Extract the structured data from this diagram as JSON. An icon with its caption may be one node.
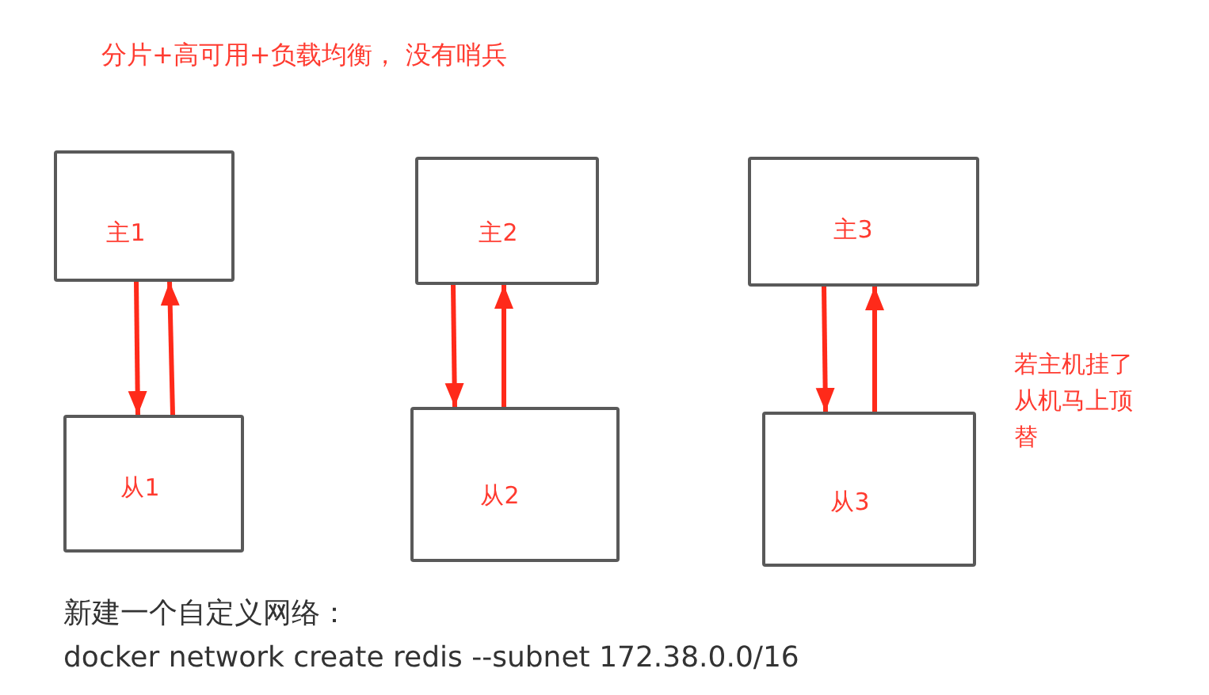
{
  "diagram": {
    "title": "分片+高可用+负载均衡， 没有哨兵",
    "nodes": [
      {
        "text": [
          "主1"
        ]
      },
      {
        "text": [
          "主2"
        ]
      },
      {
        "text": [
          "主3"
        ]
      },
      {
        "text": [
          "从1"
        ]
      },
      {
        "text": [
          "从2"
        ]
      },
      {
        "text": [
          "从3"
        ]
      }
    ],
    "edges": [
      {
        "from": 0,
        "to": 3,
        "arrow": "to"
      },
      {
        "from": 3,
        "to": 0,
        "arrow": "to"
      },
      {
        "from": 1,
        "to": 4,
        "arrow": "to"
      },
      {
        "from": 4,
        "to": 1,
        "arrow": "to"
      },
      {
        "from": 2,
        "to": 5,
        "arrow": "to"
      },
      {
        "from": 5,
        "to": 2,
        "arrow": "to"
      }
    ],
    "labels": [
      "若主机挂了从机马上顶替",
      "新建一个自定义网络：",
      "docker network create redis --subnet 172.38.0.0/16"
    ]
  }
}
